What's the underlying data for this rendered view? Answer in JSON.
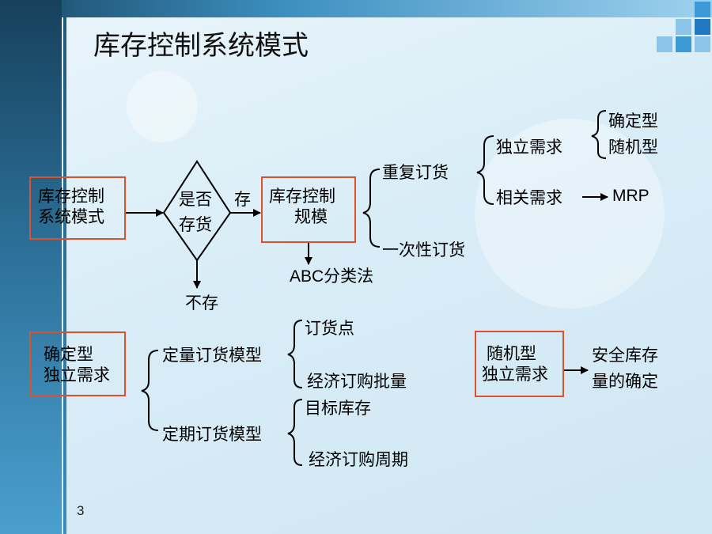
{
  "title": "库存控制系统模式",
  "page_number": "3",
  "nodes": {
    "system_mode": [
      "库存控制",
      "系统模式"
    ],
    "is_stock": [
      "是否",
      "存货"
    ],
    "store": "存",
    "no_store": "不存",
    "scale": [
      "库存控制",
      "规模"
    ],
    "abc": "ABC分类法",
    "repeat_order": "重复订货",
    "one_time_order": "一次性订货",
    "independent_demand": "独立需求",
    "related_demand": "相关需求",
    "mrp": "MRP",
    "deterministic": "确定型",
    "random": "随机型",
    "det_indep": [
      "确定型",
      "独立需求"
    ],
    "fixed_qty_model": "定量订货模型",
    "fixed_period_model": "定期订货模型",
    "reorder_point": "订货点",
    "eoq": "经济订购批量",
    "target_stock": "目标库存",
    "eop": "经济订购周期",
    "rand_indep": [
      "随机型",
      "独立需求"
    ],
    "safety_stock": [
      "安全库存",
      "量的确定"
    ]
  },
  "colors": {
    "box_border": "#e0502a",
    "left_bar": "#1f5676",
    "accent_squares": "#3d9ad8"
  }
}
